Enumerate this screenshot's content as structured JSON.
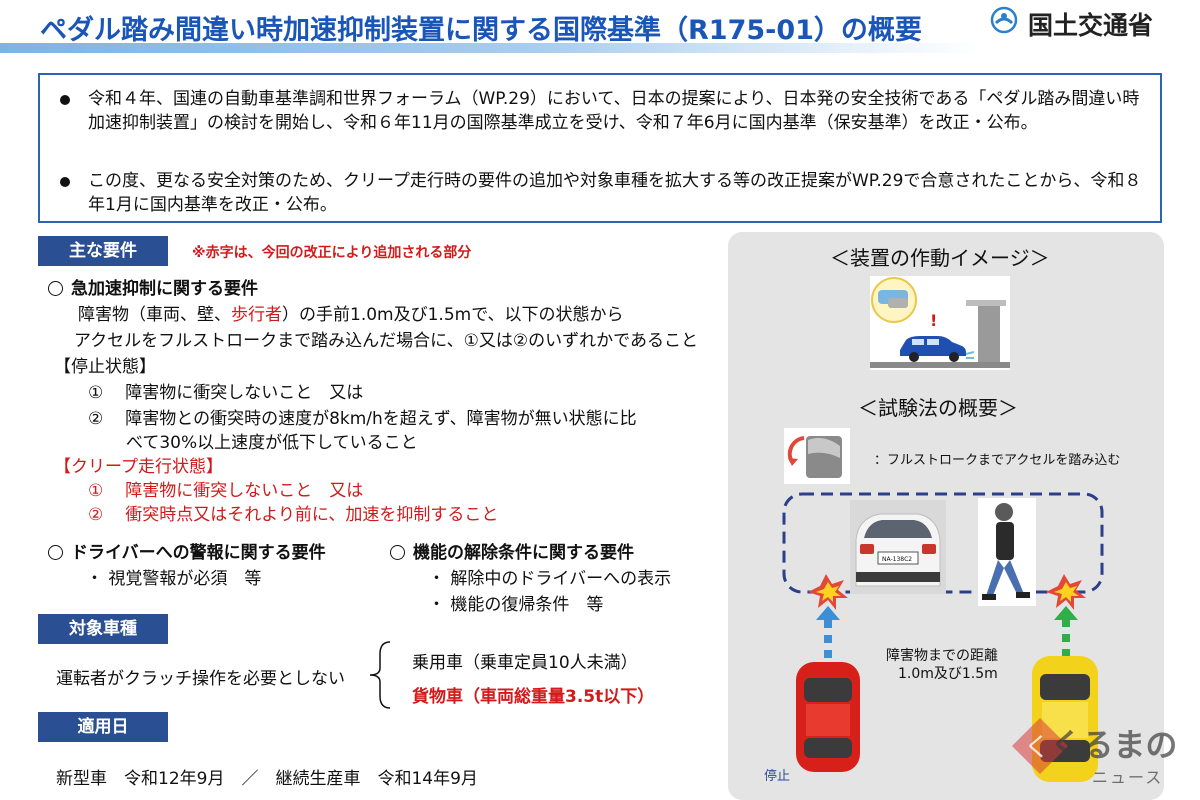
{
  "header": {
    "title": "ペダル踏み間違い時加速抑制装置に関する国際基準（R175-01）の概要",
    "org": "国土交通省",
    "logo_icon": "mlit-logo-icon"
  },
  "summary": {
    "bullets": [
      "令和４年、国連の自動車基準調和世界フォーラム（WP.29）において、日本の提案により、日本発の安全技術である「ペダル踏み間違い時加速抑制装置」の検討を開始し、令和６年11月の国際基準成立を受け、令和７年6月に国内基準（保安基準）を改正・公布。",
      "この度、更なる安全対策のため、クリープ走行時の要件の追加や対象車種を拡大する等の改正提案がWP.29で合意されたことから、令和８年1月に国内基準を改正・公布。"
    ]
  },
  "requirements": {
    "header": "主な要件",
    "note": "※赤字は、今回の改正により追加される部分",
    "accel": {
      "title": "急加速抑制に関する要件",
      "desc1_pre": "障害物（車両、壁、",
      "desc1_red": "歩行者",
      "desc1_post": "）の手前1.0m及び1.5mで、以下の状態から",
      "desc2": "アクセルをフルストロークまで踏み込んだ場合に、①又は②のいずれかであること",
      "stop_label": "【停止状態】",
      "stop_items": [
        {
          "num": "①",
          "text": "障害物に衝突しないこと　又は"
        },
        {
          "num": "②",
          "text": "障害物との衝突時の速度が8km/hを超えず、障害物が無い状態に比"
        }
      ],
      "stop_item2_cont": "べて30%以上速度が低下していること",
      "creep_label": "【クリープ走行状態】",
      "creep_items": [
        {
          "num": "①",
          "text": "障害物に衝突しないこと　又は"
        },
        {
          "num": "②",
          "text": "衝突時点又はそれより前に、加速を抑制すること"
        }
      ]
    },
    "warning": {
      "title": "ドライバーへの警報に関する要件",
      "item": "・ 視覚警報が必須　等"
    },
    "release": {
      "title": "機能の解除条件に関する要件",
      "items": [
        "・ 解除中のドライバーへの表示",
        "・ 機能の復帰条件　等"
      ]
    }
  },
  "vehicles": {
    "header": "対象車種",
    "condition": "運転者がクラッチ操作を必要としない",
    "items": [
      "乗用車（乗車定員10人未満）",
      "貨物車（車両総重量3.5t以下）"
    ]
  },
  "apply": {
    "header": "適用日",
    "text": "新型車　令和12年9月　／　継続生産車　令和14年9月"
  },
  "panel": {
    "operation_title": "＜装置の作動イメージ＞",
    "test_title": "＜試験法の概要＞",
    "pedal_caption": "：フルストロークまでアクセルを踏み込む",
    "plate_text": "NA-138C2",
    "distance_label_1": "障害物までの距離",
    "distance_label_2": "1.0m及び1.5m",
    "stop_label": "停止"
  },
  "watermark": {
    "main": "くるまの",
    "sub": "ニュース"
  },
  "colors": {
    "title_blue": "#1a56b8",
    "header_navy": "#2b4f93",
    "red": "#d21a1a",
    "box_border": "#2b64b4",
    "panel_bg": "#e4e4e4"
  }
}
